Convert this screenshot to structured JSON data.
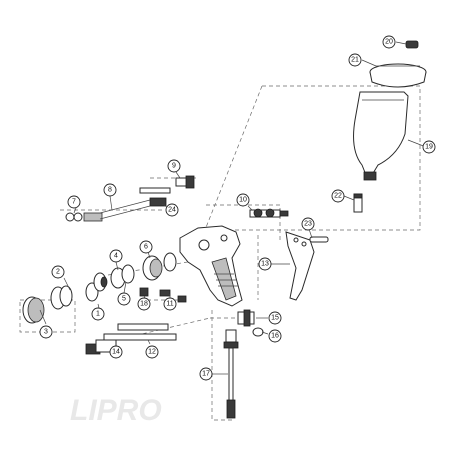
{
  "diagram": {
    "type": "exploded-parts-diagram",
    "callouts": [
      "1",
      "2",
      "3",
      "4",
      "5",
      "6",
      "7",
      "8",
      "9",
      "10",
      "11",
      "12",
      "13",
      "14",
      "15",
      "16",
      "17",
      "18",
      "19",
      "20",
      "21",
      "22",
      "23",
      "24"
    ]
  },
  "colors": {
    "line": "#2a2a2a",
    "background": "#ffffff",
    "dark_part": "#3a3a3a"
  }
}
